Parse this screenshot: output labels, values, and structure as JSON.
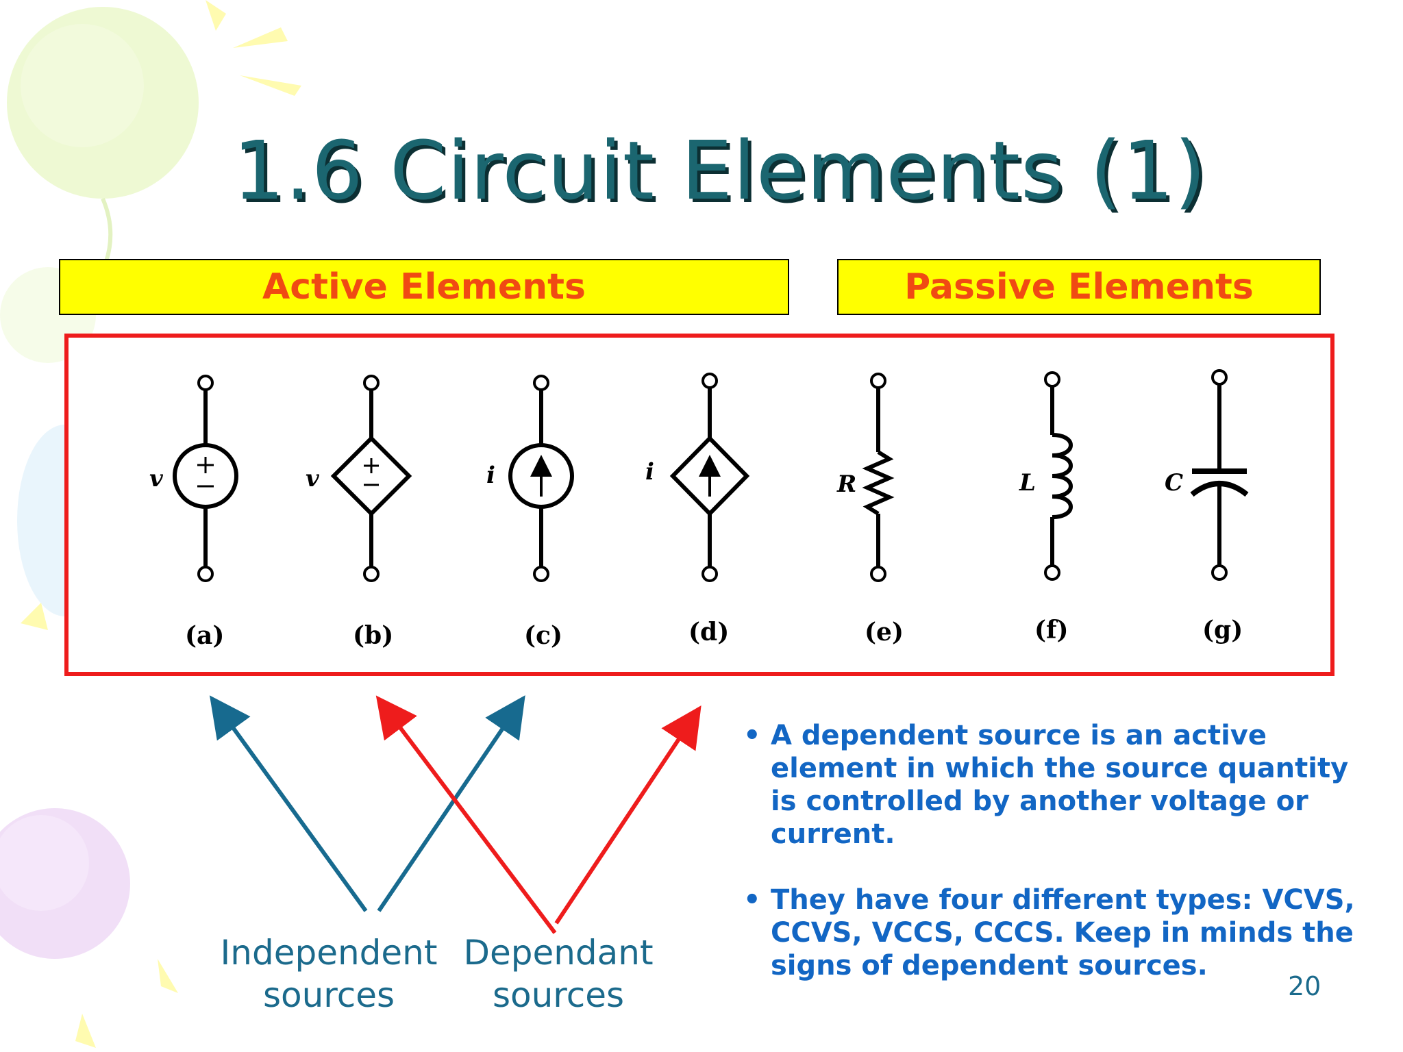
{
  "slide": {
    "title": "1.6 Circuit Elements (1)",
    "page_number": "20"
  },
  "headers": {
    "active": "Active Elements",
    "passive": "Passive Elements"
  },
  "symbols": [
    {
      "symbol_letter": "v",
      "caption": "(a)"
    },
    {
      "symbol_letter": "v",
      "caption": "(b)"
    },
    {
      "symbol_letter": "i",
      "caption": "(c)"
    },
    {
      "symbol_letter": "i",
      "caption": "(d)"
    },
    {
      "symbol_letter": "R",
      "caption": "(e)"
    },
    {
      "symbol_letter": "L",
      "caption": "(f)"
    },
    {
      "symbol_letter": "C",
      "caption": "(g)"
    }
  ],
  "sources": {
    "independent_line1": "Independent",
    "independent_line2": "sources",
    "dependent_line1": "Dependant",
    "dependent_line2": "sources"
  },
  "bullets": [
    "A dependent source is an active element in which the source quantity is controlled by another voltage or current.",
    "They have four different types: VCVS, CCVS, VCCS, CCCS.  Keep in minds the signs of dependent sources."
  ],
  "colors": {
    "title": "#1b6670",
    "header_bg": "#ffff00",
    "header_text": "#f04a13",
    "frame": "#ee1c1c",
    "independent_arrow": "#176a8f",
    "dependent_arrow": "#ee1c1c",
    "bullet_text": "#1266c4"
  }
}
